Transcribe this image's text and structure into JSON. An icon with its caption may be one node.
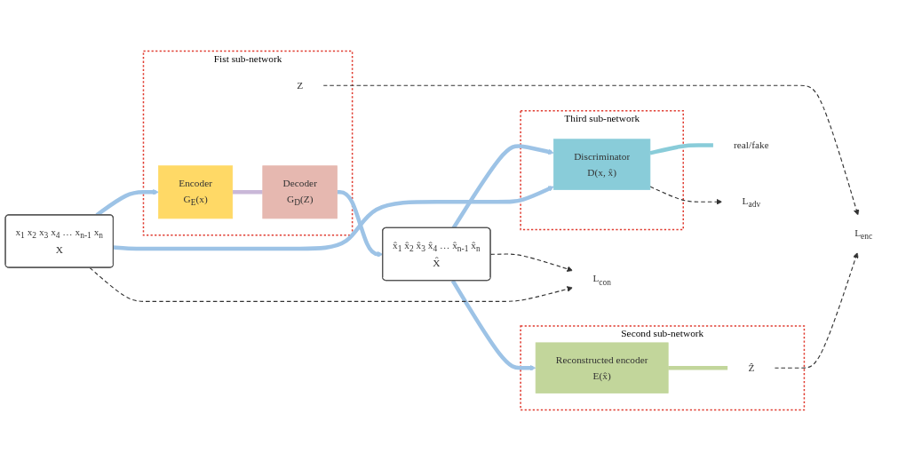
{
  "diagram": {
    "nodes": [
      {
        "text": [
          "x$_{1}$ x$_{2}$ x$_{3}$ x$_{4}$ … x$_{n-1}$ x$_{n}$",
          "X"
        ]
      },
      {
        "text": [
          "Fist sub-network"
        ]
      },
      {
        "text": [
          "Encoder",
          "G$_{E}$(x)"
        ],
        "in": 1
      },
      {
        "text": [
          "Decoder",
          "G$_{D}$(Z)"
        ],
        "in": 1
      },
      {
        "text": [
          "Z"
        ],
        "in": 1
      },
      {
        "text": [
          "x̂$_{1}$ x̂$_{2}$ x̂$_{3}$ x̂$_{4}$ … x̂$_{n-1}$ x̂$_{n}$",
          "X̂"
        ]
      },
      {
        "text": [
          "Second sub-network"
        ]
      },
      {
        "text": [
          "Reconstructed encoder",
          "E(x̂)"
        ],
        "in": 6
      },
      {
        "text": [
          "Ẑ"
        ],
        "in": 6
      },
      {
        "text": [
          "L$_{enc}$"
        ]
      },
      {
        "text": [
          "L$_{con}$"
        ]
      },
      {
        "text": [
          "Third sub-network"
        ]
      },
      {
        "text": [
          "Discriminator",
          "D(x, x̂)"
        ],
        "in": 11
      },
      {
        "text": [
          "real/fake"
        ]
      },
      {
        "text": [
          "L$_{adv}$"
        ]
      }
    ],
    "edges": [
      {
        "from": 0,
        "to": 2,
        "arrow": "to",
        "color": "#9dc3e6"
      },
      {
        "from": 2,
        "to": 3,
        "arrow": "none",
        "color": "#c9b8d8"
      },
      {
        "from": 3,
        "to": 5,
        "arrow": "to",
        "color": "#9dc3e6"
      },
      {
        "from": 5,
        "to": 7,
        "arrow": "to",
        "color": "#9dc3e6"
      },
      {
        "from": 7,
        "to": 8,
        "arrow": "none",
        "color": "#c2d69b"
      },
      {
        "from": 4,
        "to": 9,
        "arrow": "to",
        "style": "dashed",
        "color": "#333333"
      },
      {
        "from": 8,
        "to": 9,
        "arrow": "to",
        "style": "dashed",
        "color": "#333333"
      },
      {
        "from": 5,
        "to": 10,
        "arrow": "to",
        "style": "dashed",
        "color": "#333333"
      },
      {
        "from": 0,
        "to": 10,
        "arrow": "to",
        "style": "dashed",
        "color": "#333333"
      },
      {
        "from": 5,
        "to": 12,
        "arrow": "to",
        "color": "#9dc3e6"
      },
      {
        "from": 0,
        "to": 12,
        "arrow": "to",
        "color": "#9dc3e6"
      },
      {
        "from": 12,
        "to": 13,
        "arrow": "none",
        "color": "#89ccd9"
      },
      {
        "from": 12,
        "to": 14,
        "arrow": "to",
        "style": "dashed",
        "color": "#333333"
      }
    ]
  }
}
